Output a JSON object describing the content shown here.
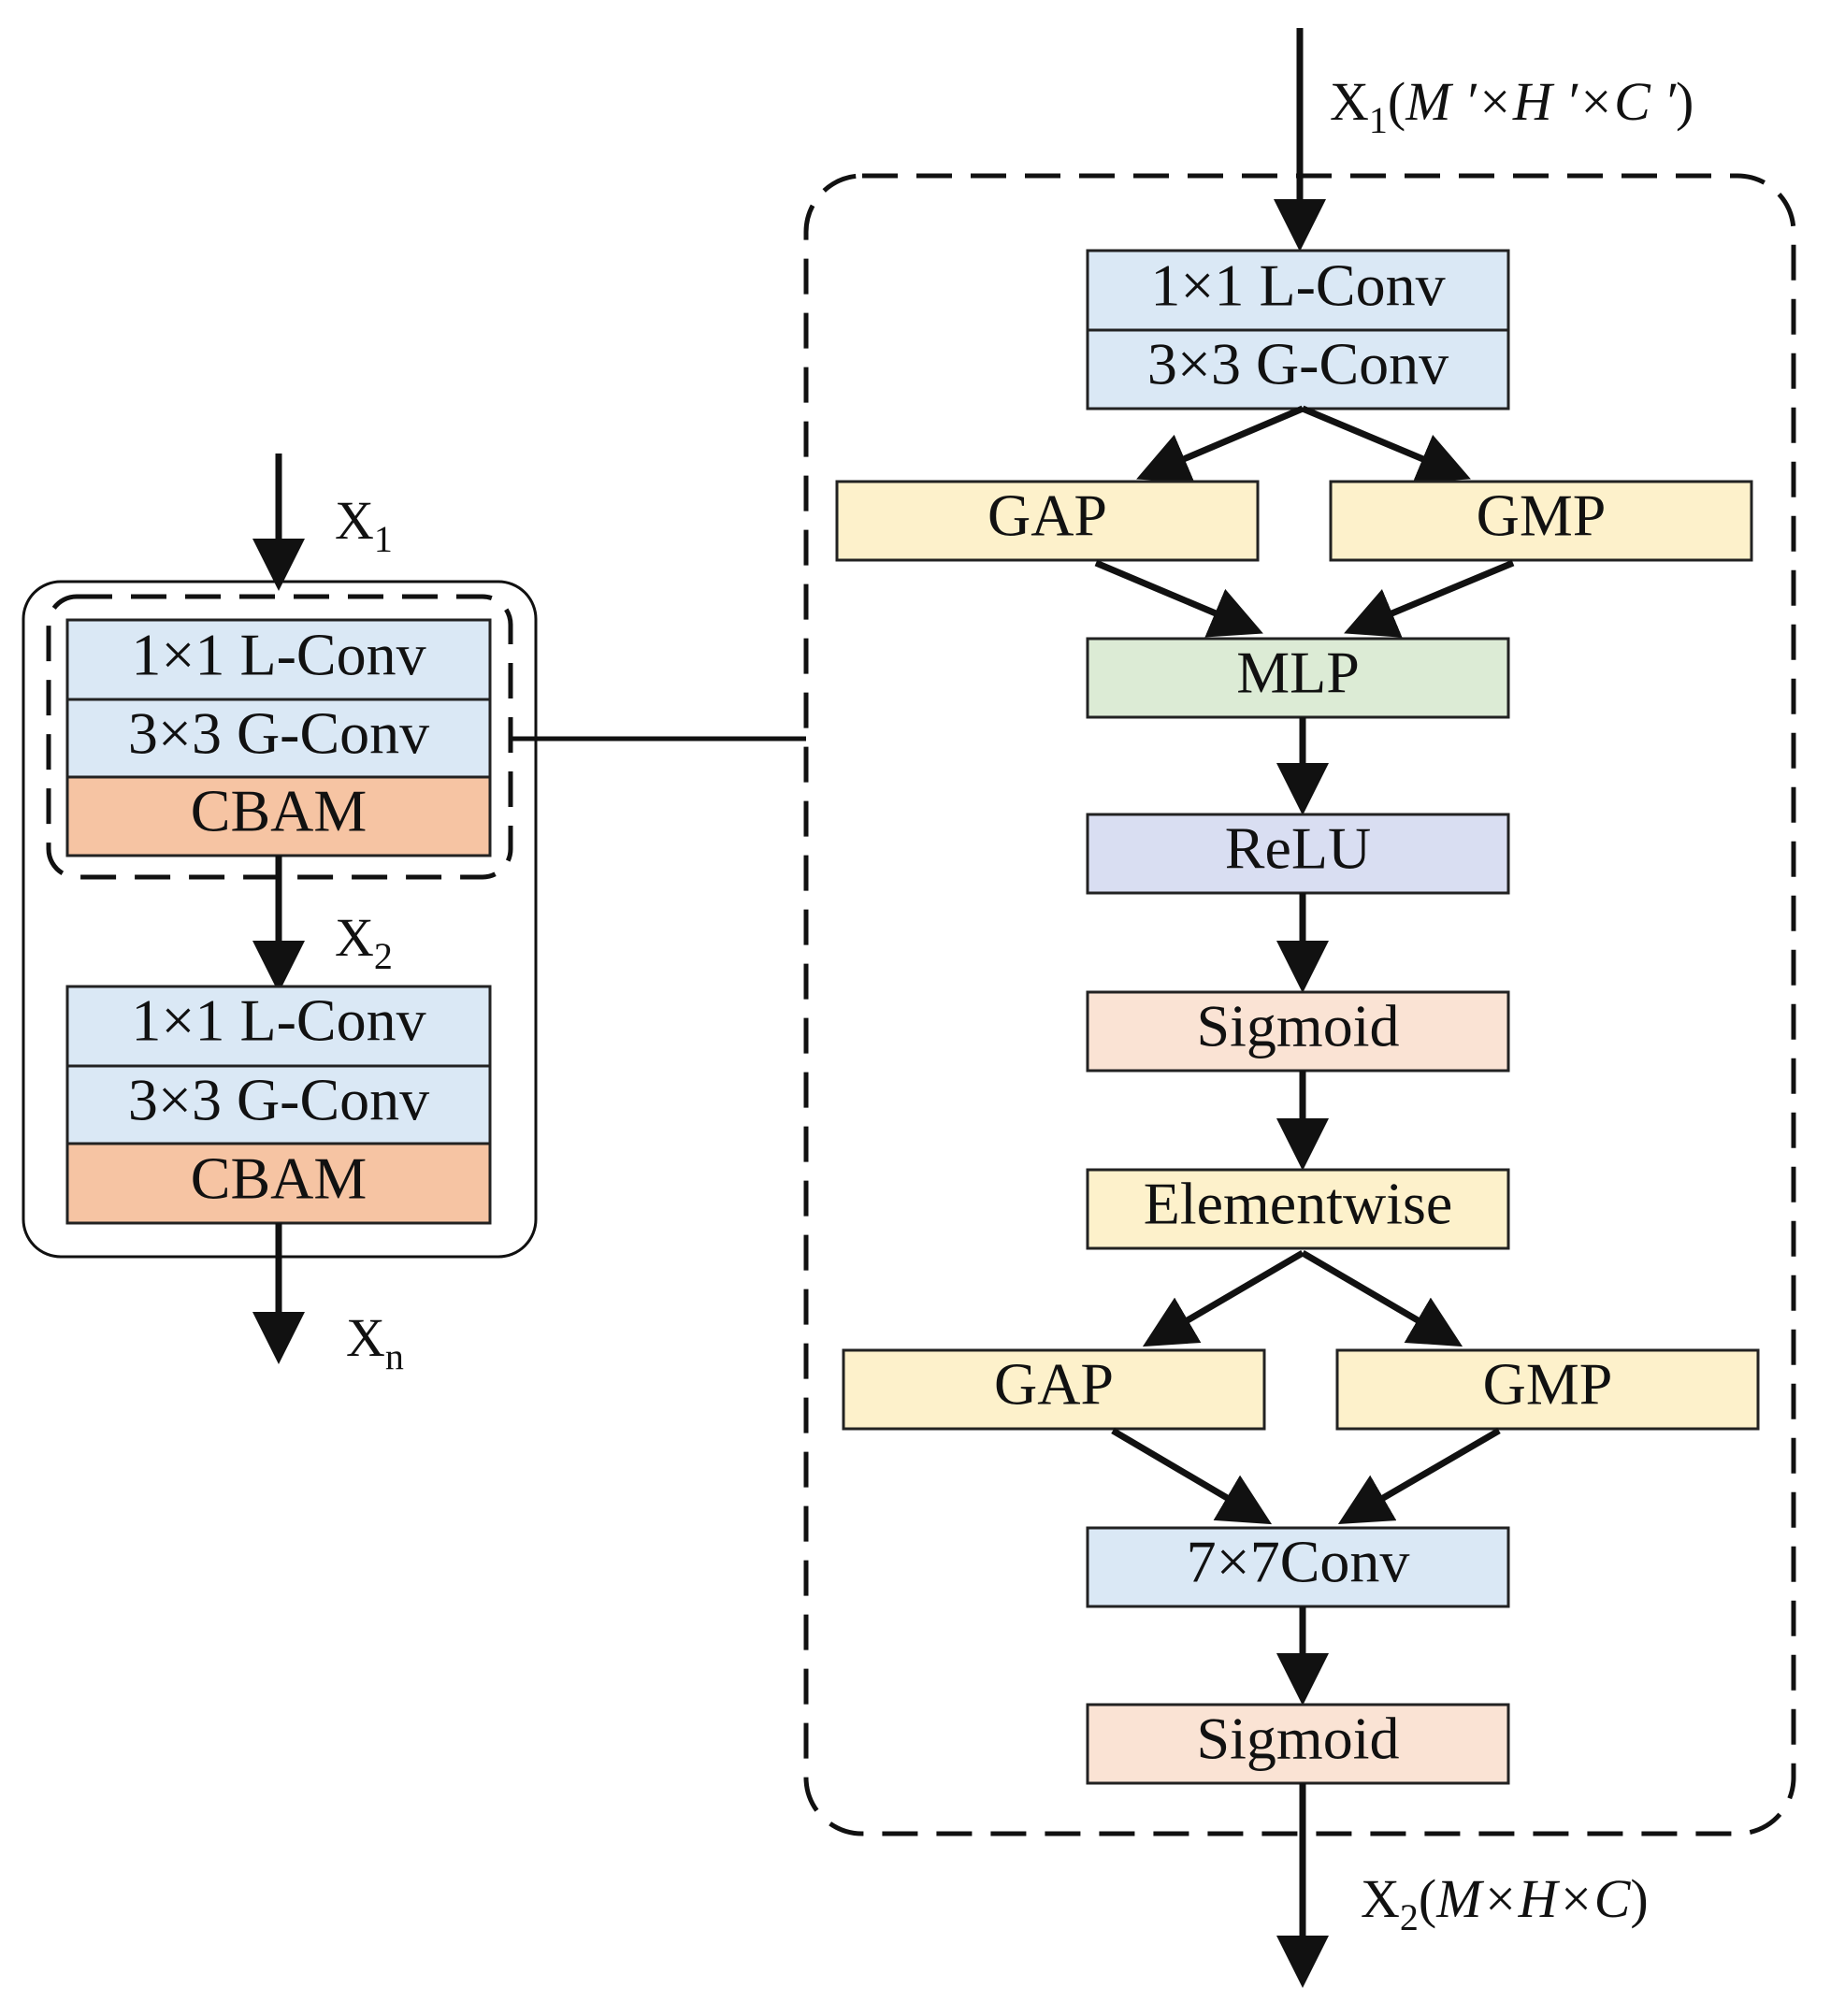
{
  "colors": {
    "conv": "#dae8f5",
    "cbam": "#f6c4a3",
    "pool": "#fdf1cb",
    "mlp": "#dcebd5",
    "relu": "#d9def2",
    "sigmoid": "#fae3d4",
    "elementwise": "#fdf1cb"
  },
  "left": {
    "input_label": {
      "main": "X",
      "sub": "1"
    },
    "mid_label": {
      "main": "X",
      "sub": "2"
    },
    "output_label": {
      "main": "X",
      "sub": "n"
    },
    "block1": {
      "l_conv": "1×1 L-Conv",
      "g_conv": "3×3 G-Conv",
      "cbam": "CBAM"
    },
    "block2": {
      "l_conv": "1×1 L-Conv",
      "g_conv": "3×3 G-Conv",
      "cbam": "CBAM"
    }
  },
  "right": {
    "input_label": {
      "main": "X",
      "sub": "1",
      "dims": "M ′×H ′×C ′"
    },
    "output_label": {
      "main": "X",
      "sub": "2",
      "dims": "M×H×C"
    },
    "l_conv": "1×1 L-Conv",
    "g_conv": "3×3 G-Conv",
    "gap_1": "GAP",
    "gmp_1": "GMP",
    "mlp": "MLP",
    "relu": "ReLU",
    "sigmoid_1": "Sigmoid",
    "elementwise": "Elementwise",
    "gap_2": "GAP",
    "gmp_2": "GMP",
    "conv7": "7×7Conv",
    "sigmoid_2": "Sigmoid"
  }
}
